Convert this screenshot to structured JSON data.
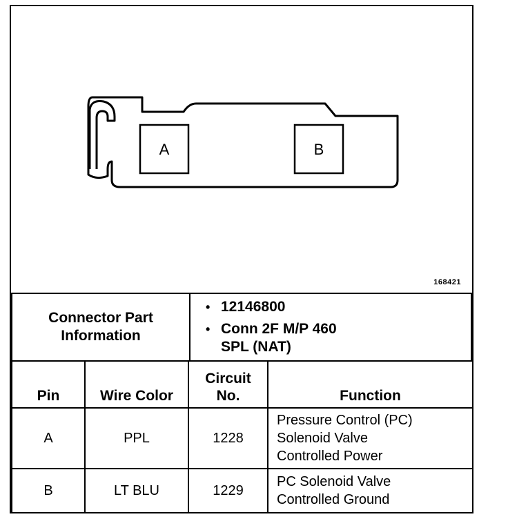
{
  "diagram": {
    "figure_id": "168421",
    "cavities": [
      "A",
      "B"
    ]
  },
  "connector_info": {
    "label_line1": "Connector Part",
    "label_line2": "Information",
    "items": [
      "12146800",
      "Conn 2F M/P 460",
      "SPL (NAT)"
    ]
  },
  "pin_table": {
    "headers": {
      "pin": "Pin",
      "wire_color": "Wire Color",
      "circuit_line1": "Circuit",
      "circuit_line2": "No.",
      "function": "Function"
    },
    "rows": [
      {
        "pin": "A",
        "wire_color": "PPL",
        "circuit": "1228",
        "function_lines": [
          "Pressure Control (PC)",
          "Solenoid Valve",
          "Controlled Power"
        ]
      },
      {
        "pin": "B",
        "wire_color": "LT BLU",
        "circuit": "1229",
        "function_lines": [
          "PC Solenoid Valve",
          "Controlled Ground"
        ]
      }
    ]
  }
}
